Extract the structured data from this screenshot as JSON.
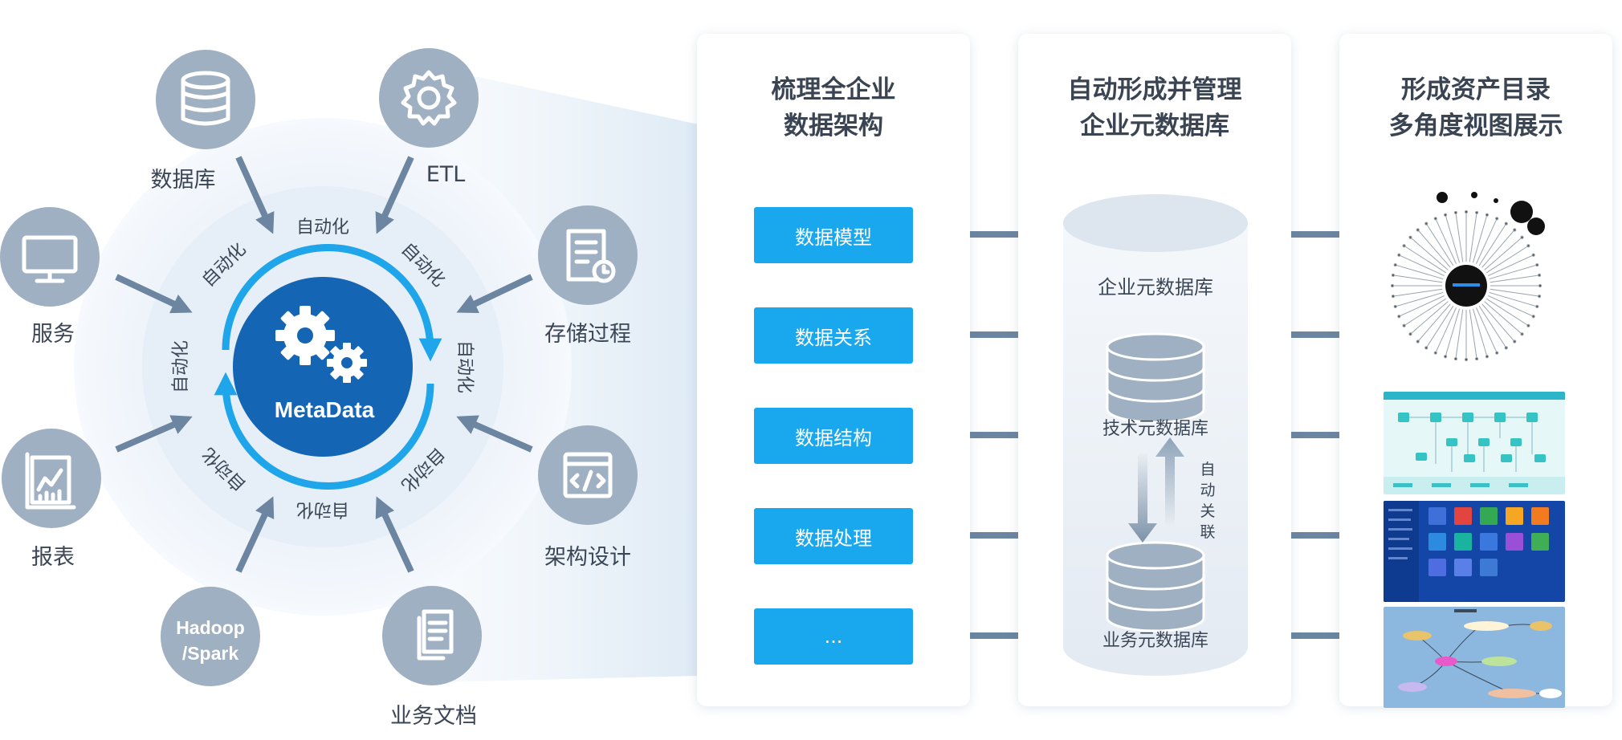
{
  "hub": {
    "center_label": "MetaData",
    "ring_label": "自动化",
    "sources": [
      {
        "label": "数据库",
        "icon": "database-icon"
      },
      {
        "label": "ETL",
        "icon": "gear-icon"
      },
      {
        "label": "服务",
        "icon": "monitor-icon"
      },
      {
        "label": "存储过程",
        "icon": "document-clock-icon"
      },
      {
        "label": "报表",
        "icon": "report-chart-icon"
      },
      {
        "label": "架构设计",
        "icon": "code-window-icon"
      },
      {
        "label": "Hadoop\n/Spark",
        "icon": "hadoop-spark-text"
      },
      {
        "label": "业务文档",
        "icon": "documents-icon"
      }
    ]
  },
  "panel_architecture": {
    "title_line1": "梳理全企业",
    "title_line2": "数据架构",
    "items": [
      "数据模型",
      "数据关系",
      "数据结构",
      "数据处理",
      "..."
    ]
  },
  "panel_repository": {
    "title_line1": "自动形成并管理",
    "title_line2": "企业元数据库",
    "cylinder_label": "企业元数据库",
    "tech_db_label": "技术元数据库",
    "biz_db_label": "业务元数据库",
    "link_label": "自动关联"
  },
  "panel_catalog": {
    "title_line1": "形成资产目录",
    "title_line2": "多角度视图展示"
  },
  "colors": {
    "accent_blue": "#19a8ee",
    "hub_blue": "#1565b5",
    "arrow_blue": "#1fa5e9",
    "icon_circle": "#9fb0c2",
    "arrow_gray": "#6c85a0"
  }
}
